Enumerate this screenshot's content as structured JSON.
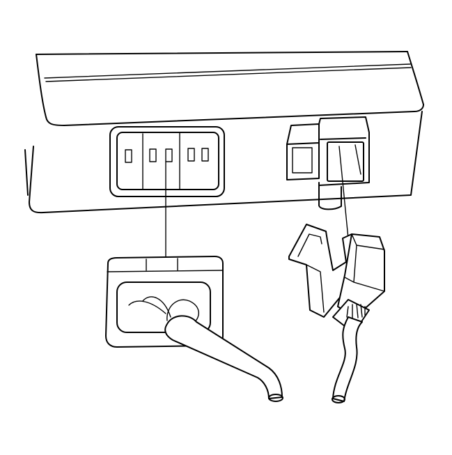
{
  "diagram": {
    "background": "#ffffff",
    "line_color": "#000000",
    "parts": [
      "module-housing",
      "multi-pin-socket",
      "multi-pin-connector-plug",
      "round-cable",
      "modular-jack",
      "modular-plug",
      "flat-cable"
    ]
  }
}
